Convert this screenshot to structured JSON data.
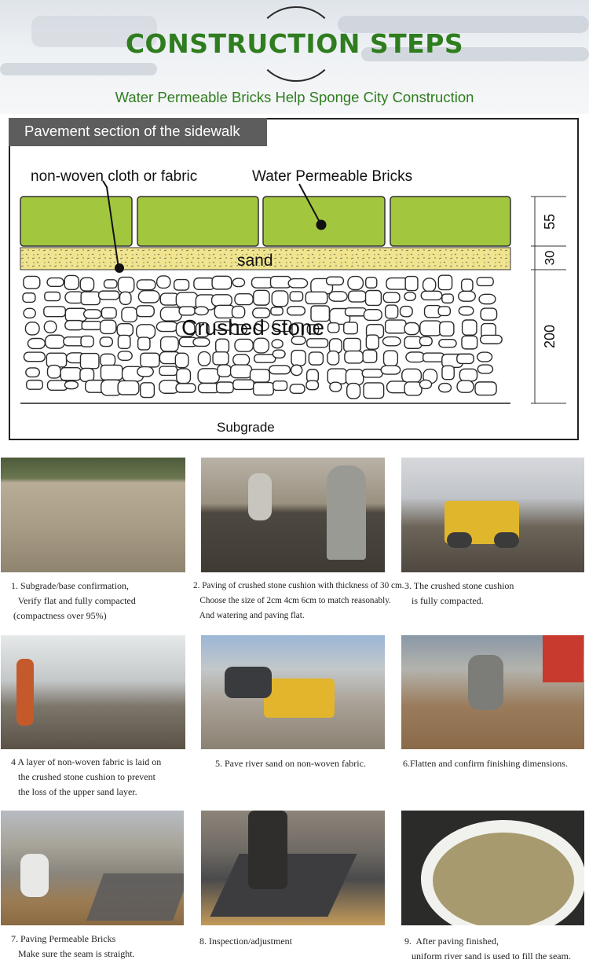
{
  "header": {
    "title": "CONSTRUCTION STEPS",
    "subtitle": "Water Permeable Bricks Help Sponge City Construction"
  },
  "section": {
    "tab_label": "Pavement section of the sidewalk",
    "labels": {
      "fabric": "non-woven cloth or fabric",
      "bricks": "Water Permeable Bricks",
      "sand": "sand",
      "stone": "Crushed stone",
      "subgrade": "Subgrade"
    },
    "dimensions": [
      "55",
      "30",
      "200"
    ]
  },
  "steps": [
    {
      "caption": "1. Subgrade/base confirmation,\n   Verify flat and fully compacted\n (compactness over 95%)"
    },
    {
      "caption": "2. Paving of crushed stone cushion with thickness of 30 cm.\n   Choose the size of 2cm 4cm 6cm to match reasonably.\n   And watering and paving flat."
    },
    {
      "caption": "3. The crushed stone cushion\n   is fully compacted."
    },
    {
      "caption": "4 A layer of non-woven fabric is laid on\n   the crushed stone cushion to prevent\n   the loss of the upper sand layer."
    },
    {
      "caption": "5. Pave river sand on non-woven fabric."
    },
    {
      "caption": "6.Flatten and confirm finishing dimensions."
    },
    {
      "caption": "7. Paving Permeable Bricks\n   Make sure the seam is straight."
    },
    {
      "caption": "8. Inspection/adjustment"
    },
    {
      "caption": "9.  After paving finished,\n   uniform river sand is used to fill the seam."
    }
  ],
  "colors": {
    "title_green": "#2f7d1f",
    "brick_green": "#a3c63f",
    "sand_yellow": "#f0e48e",
    "tab_gray": "#5d5d5d"
  }
}
